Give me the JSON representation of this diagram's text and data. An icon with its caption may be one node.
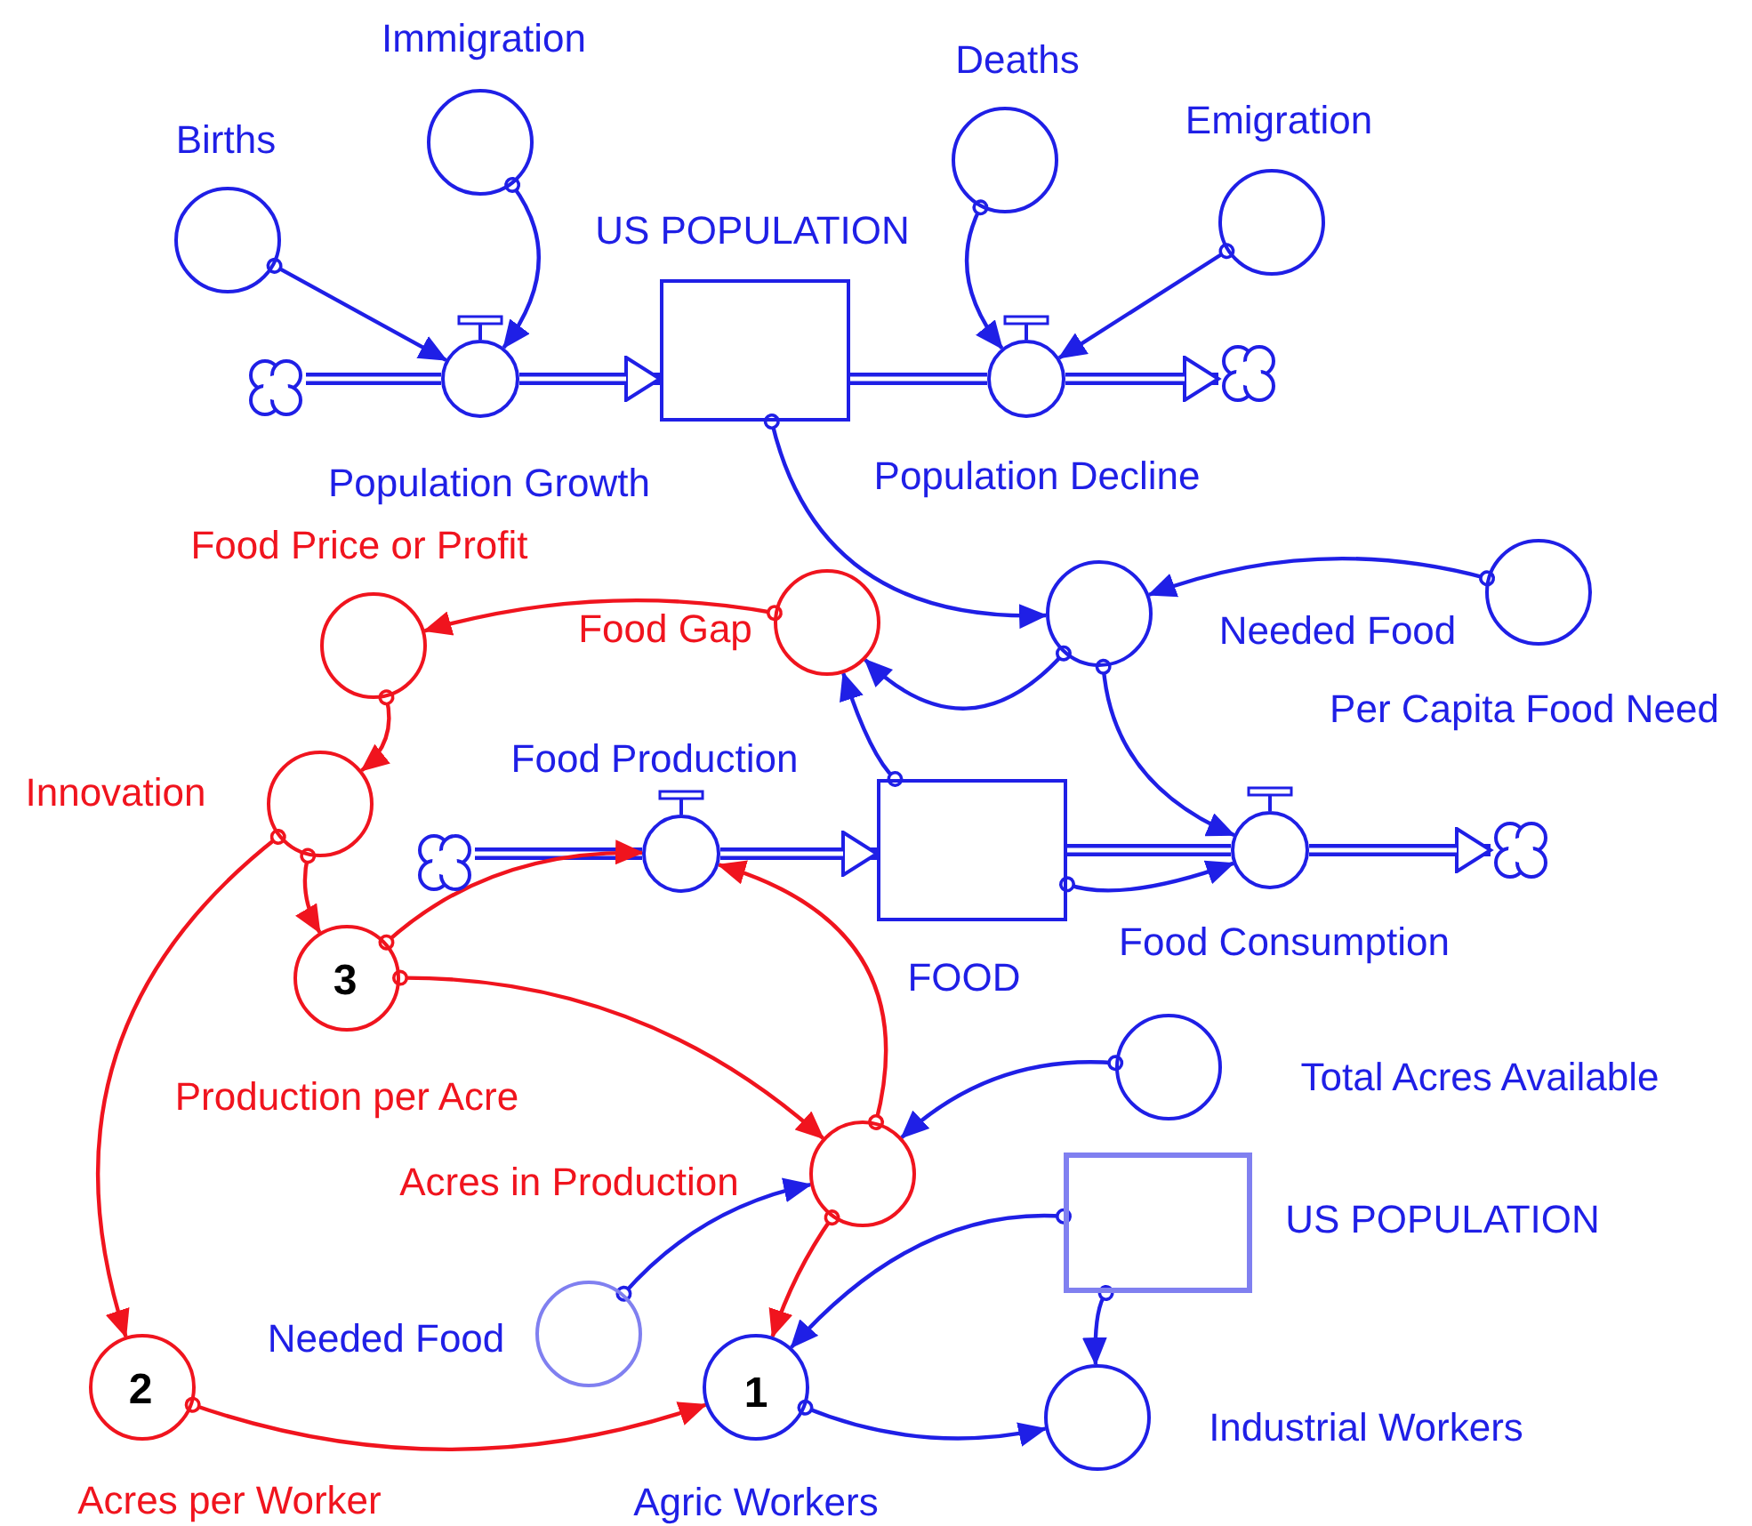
{
  "diagram": {
    "nodes": [
      {
        "text": [
          "Births"
        ]
      },
      {
        "text": [
          "Immigration"
        ]
      },
      {
        "text": [
          "Population Growth"
        ]
      },
      {
        "text": [],
        "shape": "cloud"
      },
      {
        "text": [
          "US POPULATION"
        ]
      },
      {
        "text": [
          "Deaths"
        ]
      },
      {
        "text": [
          "Emigration"
        ]
      },
      {
        "text": [
          "Population Decline"
        ]
      },
      {
        "text": [],
        "shape": "cloud"
      },
      {
        "text": [
          "Needed Food"
        ]
      },
      {
        "text": [
          "Per Capita Food Need"
        ]
      },
      {
        "text": [
          "Food Gap"
        ]
      },
      {
        "text": [
          "Food Price or Profit"
        ]
      },
      {
        "text": [
          "Innovation"
        ]
      },
      {
        "text": [
          "Food Production"
        ]
      },
      {
        "text": [],
        "shape": "cloud"
      },
      {
        "text": [
          "FOOD"
        ]
      },
      {
        "text": [
          "Food Consumption"
        ]
      },
      {
        "text": [],
        "shape": "cloud"
      },
      {
        "text": [
          "3",
          "Production per Acre"
        ]
      },
      {
        "text": [
          "Total Acres Available"
        ]
      },
      {
        "text": [
          "Acres in Production"
        ]
      },
      {
        "text": [
          "US POPULATION"
        ]
      },
      {
        "text": [
          "Needed Food"
        ]
      },
      {
        "text": [
          "2",
          "Acres per Worker"
        ]
      },
      {
        "text": [
          "1",
          "Agric Workers"
        ]
      },
      {
        "text": [
          "Industrial Workers"
        ]
      }
    ],
    "edges": [
      {
        "from": 0,
        "to": 2,
        "arrow": "to"
      },
      {
        "from": 1,
        "to": 2,
        "arrow": "to"
      },
      {
        "from": 3,
        "to": 2,
        "arrow": "none",
        "style": "thick"
      },
      {
        "from": 2,
        "to": 4,
        "arrow": "to",
        "style": "thick"
      },
      {
        "from": 4,
        "to": 7,
        "arrow": "none",
        "style": "thick"
      },
      {
        "from": 7,
        "to": 8,
        "arrow": "to",
        "style": "thick"
      },
      {
        "from": 5,
        "to": 7,
        "arrow": "to"
      },
      {
        "from": 6,
        "to": 7,
        "arrow": "to"
      },
      {
        "from": 4,
        "to": 9,
        "arrow": "to"
      },
      {
        "from": 10,
        "to": 9,
        "arrow": "to"
      },
      {
        "from": 9,
        "to": 11,
        "arrow": "to"
      },
      {
        "from": 9,
        "to": 17,
        "arrow": "to"
      },
      {
        "from": 16,
        "to": 11,
        "arrow": "to"
      },
      {
        "from": 16,
        "to": 17,
        "arrow": "to"
      },
      {
        "from": 11,
        "to": 12,
        "arrow": "to",
        "color": "#f0141e"
      },
      {
        "from": 12,
        "to": 13,
        "arrow": "to",
        "color": "#f0141e"
      },
      {
        "from": 13,
        "to": 19,
        "arrow": "to",
        "color": "#f0141e"
      },
      {
        "from": 13,
        "to": 24,
        "arrow": "to",
        "color": "#f0141e"
      },
      {
        "from": 15,
        "to": 14,
        "arrow": "none",
        "style": "thick"
      },
      {
        "from": 14,
        "to": 16,
        "arrow": "to",
        "style": "thick"
      },
      {
        "from": 16,
        "to": 17,
        "arrow": "none",
        "style": "thick"
      },
      {
        "from": 17,
        "to": 18,
        "arrow": "to",
        "style": "thick"
      },
      {
        "from": 19,
        "to": 14,
        "arrow": "to",
        "color": "#f0141e"
      },
      {
        "from": 19,
        "to": 21,
        "arrow": "to",
        "color": "#f0141e"
      },
      {
        "from": 21,
        "to": 14,
        "arrow": "to",
        "color": "#f0141e"
      },
      {
        "from": 20,
        "to": 21,
        "arrow": "to"
      },
      {
        "from": 23,
        "to": 21,
        "arrow": "to"
      },
      {
        "from": 21,
        "to": 25,
        "arrow": "to",
        "color": "#f0141e"
      },
      {
        "from": 24,
        "to": 25,
        "arrow": "to",
        "color": "#f0141e"
      },
      {
        "from": 22,
        "to": 25,
        "arrow": "to"
      },
      {
        "from": 22,
        "to": 26,
        "arrow": "to"
      },
      {
        "from": 25,
        "to": 26,
        "arrow": "to"
      }
    ]
  }
}
